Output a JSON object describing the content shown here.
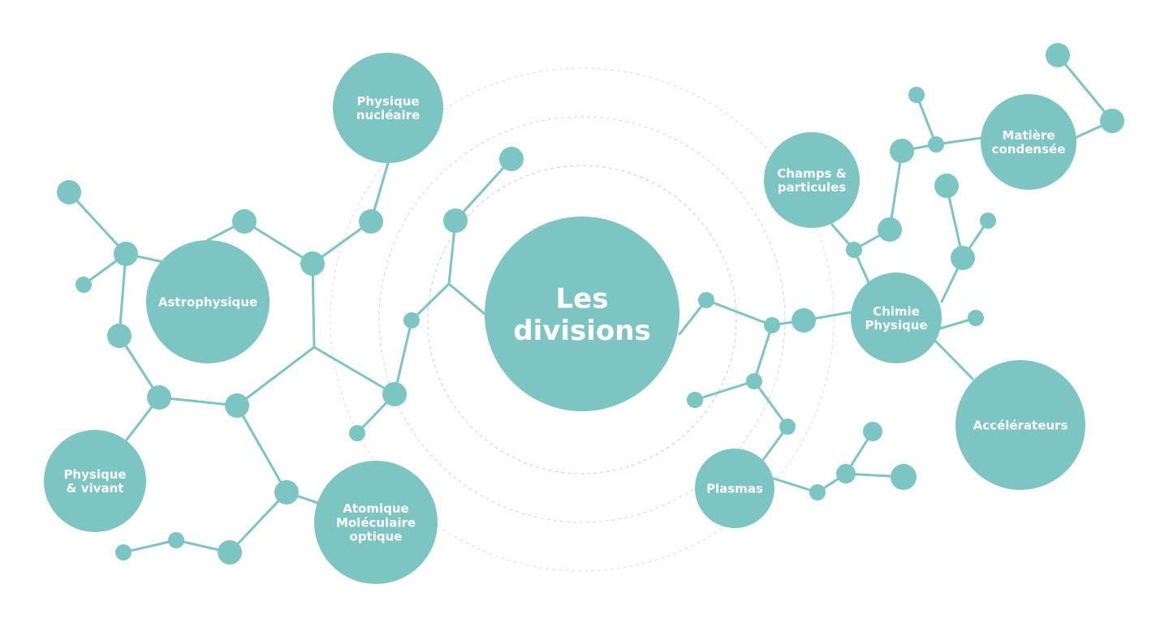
{
  "colors": {
    "node": "#7cc5c2",
    "link": "#7cc5c2",
    "text": "#ffffff",
    "ring": "#c8c8c8",
    "background": "#ffffff"
  },
  "center": {
    "lines": [
      "Les",
      "divisions"
    ]
  },
  "divisions": [
    {
      "id": "nuc",
      "lines": [
        "Physique",
        "nucléaire"
      ]
    },
    {
      "id": "astro",
      "lines": [
        "Astrophysique"
      ]
    },
    {
      "id": "vivant",
      "lines": [
        "Physique",
        "& vivant"
      ]
    },
    {
      "id": "amo",
      "lines": [
        "Atomique",
        "Moléculaire",
        "optique"
      ]
    },
    {
      "id": "champs",
      "lines": [
        "Champs &",
        "particules"
      ]
    },
    {
      "id": "matiere",
      "lines": [
        "Matière",
        "condensée"
      ]
    },
    {
      "id": "chimie",
      "lines": [
        "Chimie",
        "Physique"
      ]
    },
    {
      "id": "acc",
      "lines": [
        "Accélérateurs"
      ]
    },
    {
      "id": "plasmas",
      "lines": [
        "Plasmas"
      ]
    }
  ]
}
